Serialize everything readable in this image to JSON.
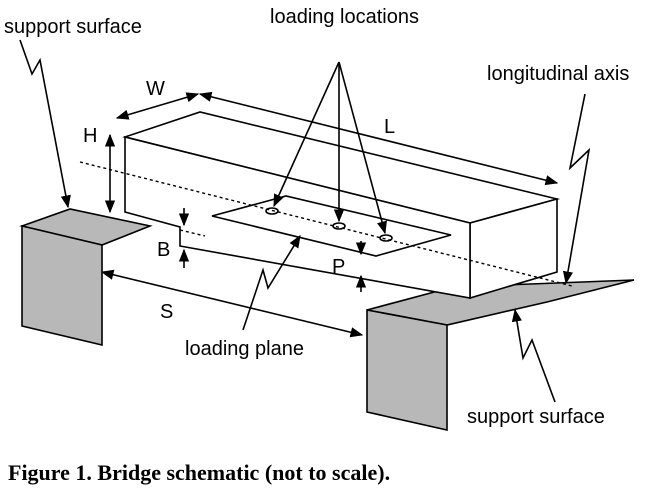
{
  "labels": {
    "support_surface_top": "support surface",
    "loading_locations": "loading locations",
    "longitudinal_axis": "longitudinal axis",
    "width": "W",
    "length": "L",
    "height": "H",
    "span": "S",
    "b": "B",
    "p": "P",
    "loading_plane": "loading plane",
    "support_surface_bottom": "support surface"
  },
  "caption": "Figure 1. Bridge schematic (not to scale).",
  "colors": {
    "support_fill": "#b8b8b8",
    "beam_fill": "#ffffff",
    "line": "#000000"
  }
}
